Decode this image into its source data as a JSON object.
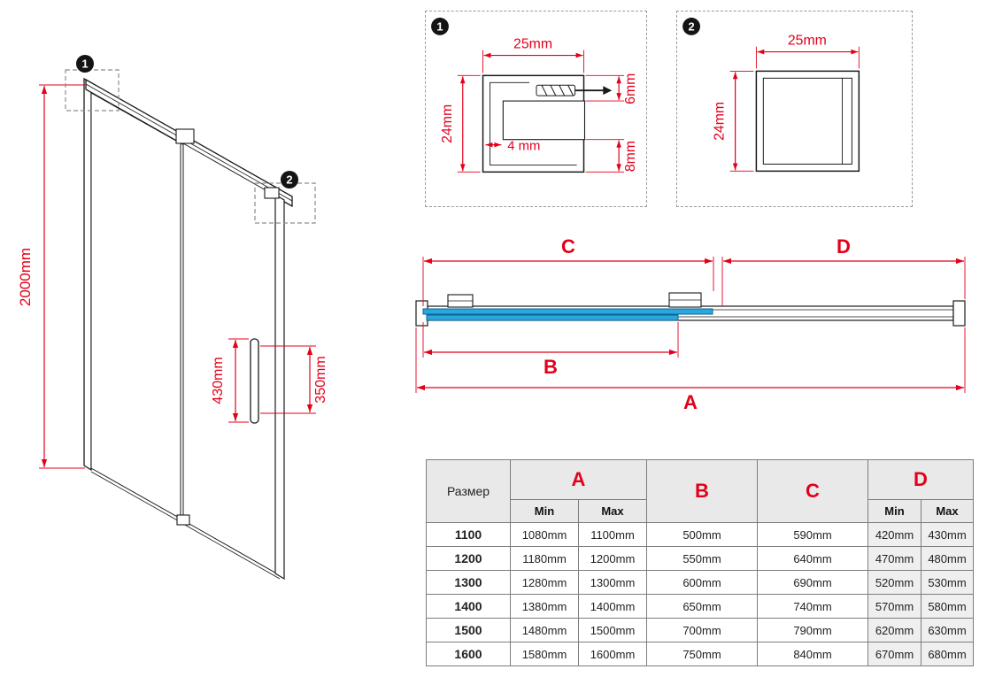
{
  "colors": {
    "dimension_red": "#e2001a",
    "glass_blue": "#2aa7df",
    "glass_blue_dark": "#0d648f"
  },
  "iso": {
    "marker1": "1",
    "marker2": "2",
    "height": "2000mm",
    "handle_length": "430mm",
    "handle_offset": "350mm"
  },
  "detail1": {
    "marker": "1",
    "dim_top": "25mm",
    "dim_left": "24mm",
    "dim_inner": "4 mm",
    "dim_right_top": "6mm",
    "dim_right_bottom": "8mm"
  },
  "detail2": {
    "marker": "2",
    "dim_top": "25mm",
    "dim_left": "24mm"
  },
  "section": {
    "dim_a": "A",
    "dim_b": "B",
    "dim_c": "C",
    "dim_d": "D"
  },
  "table": {
    "size_header": "Размер",
    "col_a": "A",
    "col_b": "B",
    "col_c": "C",
    "col_d": "D",
    "min": "Min",
    "max": "Max",
    "rows": [
      {
        "size": "1100",
        "a_min": "1080mm",
        "a_max": "1100mm",
        "b": "500mm",
        "c": "590mm",
        "d_min": "420mm",
        "d_max": "430mm"
      },
      {
        "size": "1200",
        "a_min": "1180mm",
        "a_max": "1200mm",
        "b": "550mm",
        "c": "640mm",
        "d_min": "470mm",
        "d_max": "480mm"
      },
      {
        "size": "1300",
        "a_min": "1280mm",
        "a_max": "1300mm",
        "b": "600mm",
        "c": "690mm",
        "d_min": "520mm",
        "d_max": "530mm"
      },
      {
        "size": "1400",
        "a_min": "1380mm",
        "a_max": "1400mm",
        "b": "650mm",
        "c": "740mm",
        "d_min": "570mm",
        "d_max": "580mm"
      },
      {
        "size": "1500",
        "a_min": "1480mm",
        "a_max": "1500mm",
        "b": "700mm",
        "c": "790mm",
        "d_min": "620mm",
        "d_max": "630mm"
      },
      {
        "size": "1600",
        "a_min": "1580mm",
        "a_max": "1600mm",
        "b": "750mm",
        "c": "840mm",
        "d_min": "670mm",
        "d_max": "680mm"
      }
    ]
  }
}
